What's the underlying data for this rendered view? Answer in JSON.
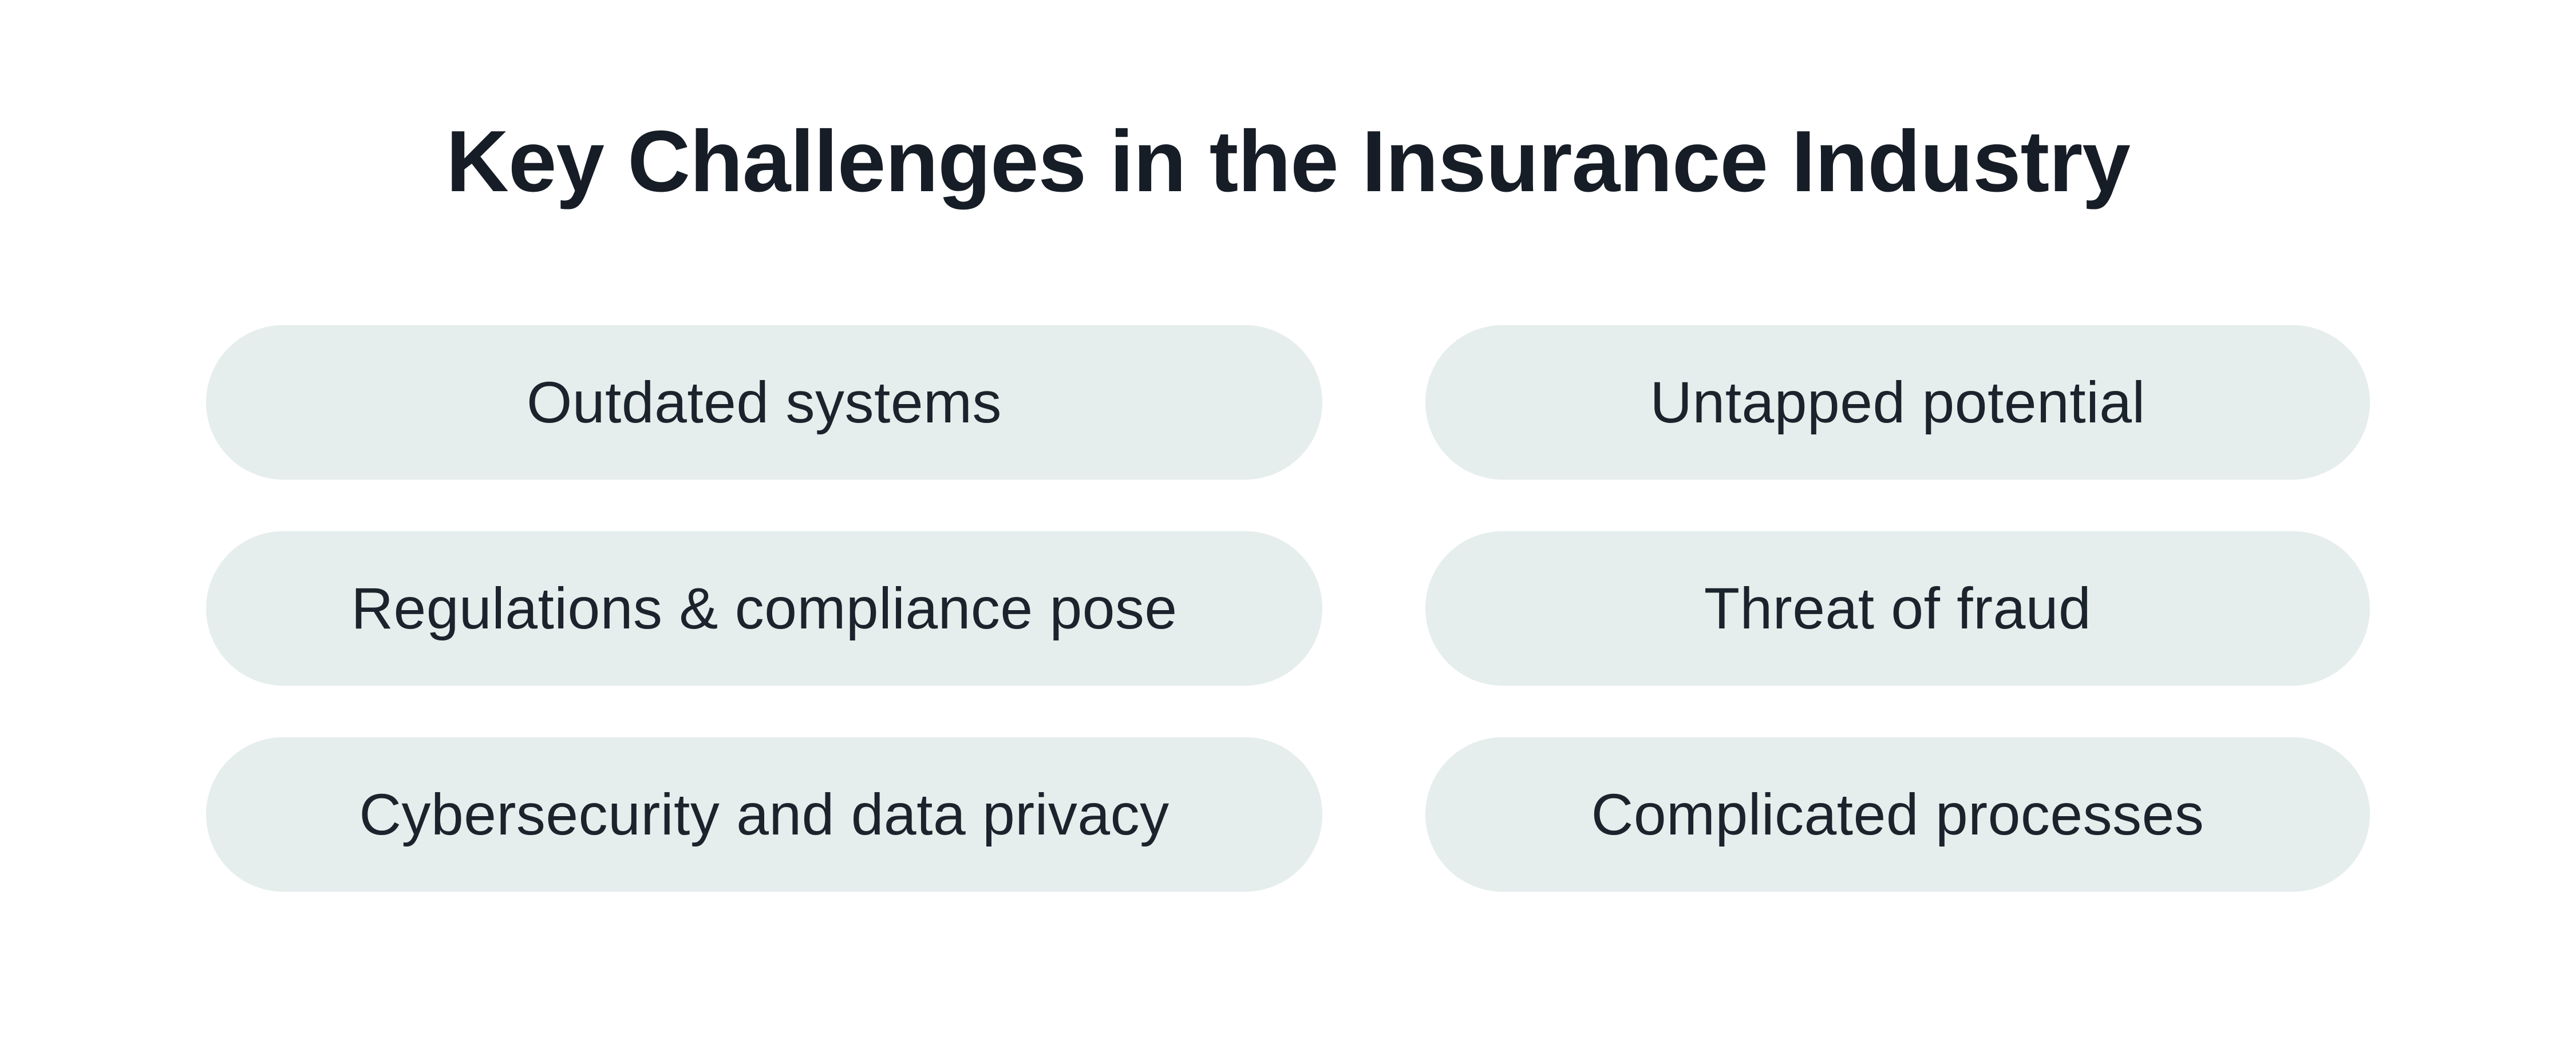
{
  "title": "Key Challenges in the Insurance Industry",
  "colors": {
    "background": "#ffffff",
    "pill_background": "#e5eeec",
    "title_text": "#161d26",
    "label_text": "#1b242c"
  },
  "grid": {
    "items": [
      {
        "label": "Outdated systems"
      },
      {
        "label": "Untapped potential"
      },
      {
        "label": "Regulations & compliance pose"
      },
      {
        "label": "Threat of fraud"
      },
      {
        "label": "Cybersecurity and data privacy"
      },
      {
        "label": "Complicated processes"
      }
    ]
  }
}
